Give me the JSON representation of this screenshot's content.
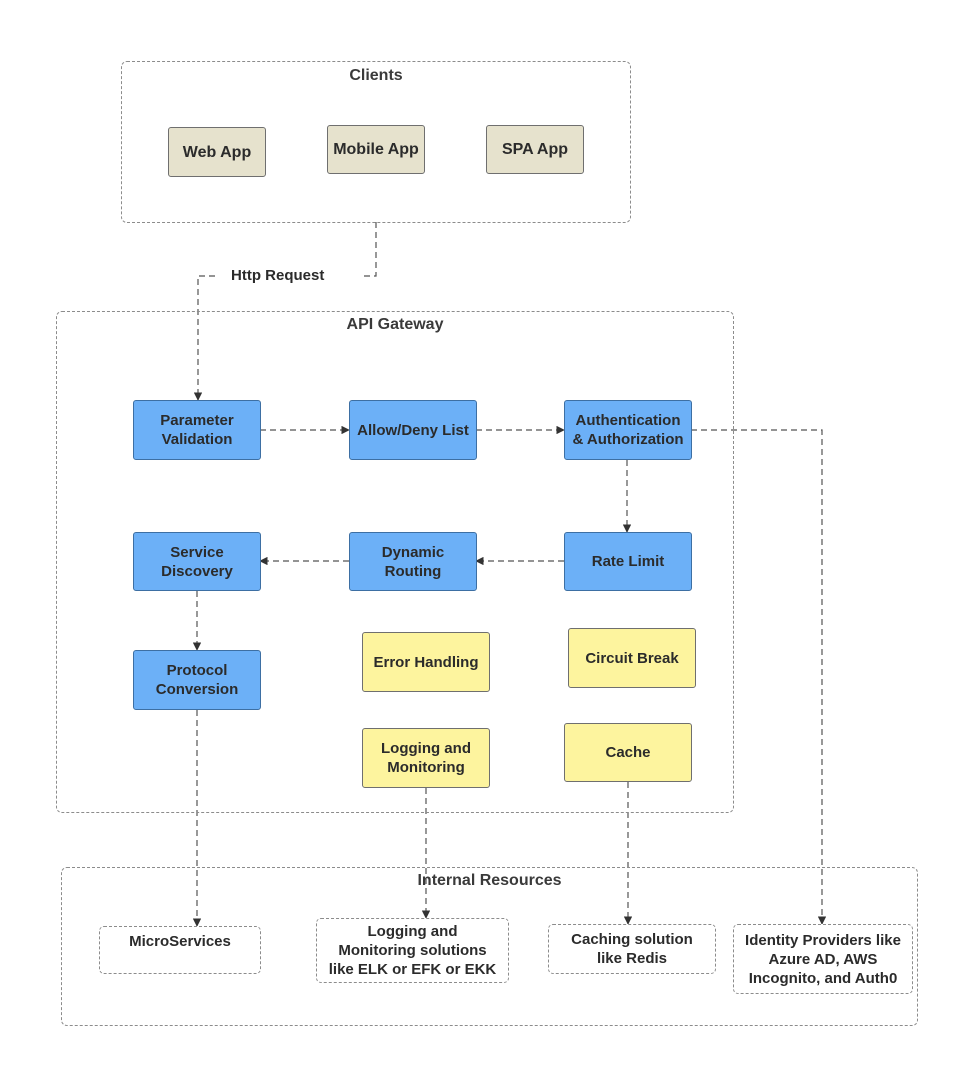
{
  "groups": {
    "clients": "Clients",
    "gateway": "API Gateway",
    "internal": "Internal Resources"
  },
  "clients": {
    "web": "Web App",
    "mobile": "Mobile App",
    "spa": "SPA App"
  },
  "edge_label": "Http Request",
  "gateway": {
    "param": "Parameter\nValidation",
    "allow": "Allow/Deny List",
    "auth": "Authentication\n& Authorization",
    "service": "Service\nDiscovery",
    "dynamic": "Dynamic\nRouting",
    "rate": "Rate Limit",
    "protocol": "Protocol\nConversion",
    "error": "Error Handling",
    "circuit": "Circuit Break",
    "logging": "Logging and\nMonitoring",
    "cache": "Cache"
  },
  "resources": {
    "micro": "MicroServices",
    "logsol": "Logging and\nMonitoring solutions\nlike ELK or EFK or EKK",
    "cachesol": "Caching solution\nlike Redis",
    "idp": "Identity Providers like\nAzure AD, AWS\nIncognito, and Auth0"
  },
  "colors": {
    "core": "#6cb0f7",
    "aux": "#fdf49e",
    "client": "#e6e2cd",
    "dashed": "#8c8c8c"
  }
}
